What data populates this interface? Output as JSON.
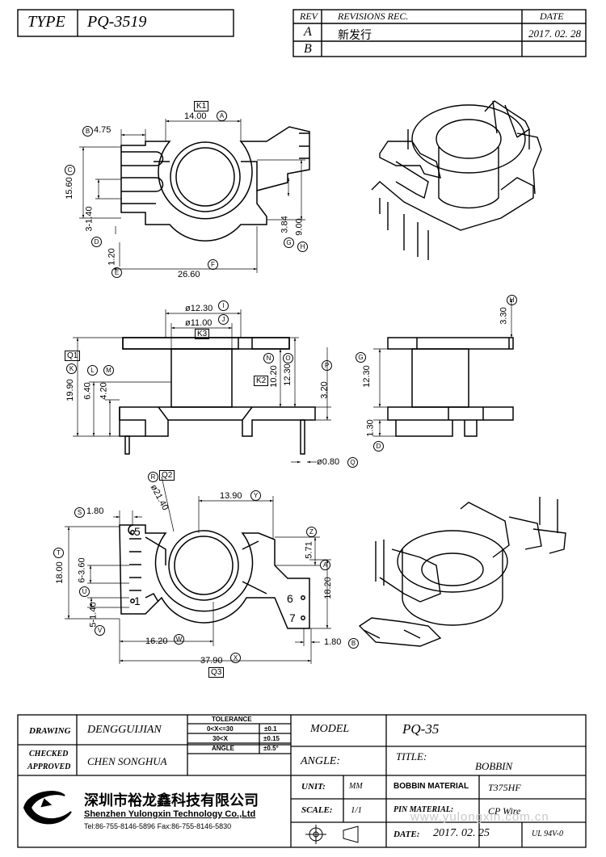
{
  "header": {
    "type_label": "TYPE",
    "type_value": "PQ-3519",
    "rev_col": "REV",
    "revisions_col": "REVISIONS REC.",
    "date_col": "DATE",
    "rows": [
      {
        "rev": "A",
        "text": "新发行",
        "date": "2017. 02. 28"
      },
      {
        "rev": "B",
        "text": "",
        "date": ""
      }
    ]
  },
  "top_view": {
    "label_k1": "K1",
    "dim_a": "14.00",
    "tag_a": "A",
    "dim_b": "4.75",
    "tag_b": "B",
    "dim_c": "15.60",
    "tag_c": "C",
    "dim_d": "3-1.40",
    "tag_d": "D",
    "dim_e": "1.20",
    "tag_e": "E",
    "dim_f": "26.60",
    "tag_f": "F",
    "dim_g": "3.84",
    "tag_g": "G",
    "dim_h": "9.00",
    "tag_h": "H"
  },
  "side_view": {
    "dim_i": "ø12.30",
    "tag_i": "I",
    "dim_j": "ø11.00",
    "tag_j": "J",
    "label_k3": "K3",
    "label_q1": "Q1",
    "tag_k": "K",
    "dim_k": "19.90",
    "dim_l": "6.40",
    "tag_l": "L",
    "dim_m": "4.20",
    "tag_m": "M",
    "tag_n": "N",
    "tag_o": "O",
    "label_k2": "K2",
    "dim_n": "10.20",
    "dim_o": "12.30",
    "dim_p": "3.20",
    "tag_p": "P",
    "dim_pin": "ø0.80",
    "tag_q": "Q"
  },
  "end_view": {
    "dim_h": "3.30",
    "tag_h": "H",
    "dim_g": "12.30",
    "tag_g": "G",
    "dim_d": "1.30",
    "tag_d": "D"
  },
  "bottom_view": {
    "tag_r": "R",
    "label_q2": "Q2",
    "dim_r": "ø21.40",
    "dim_s": "1.80",
    "tag_s": "S",
    "dim_y": "13.90",
    "tag_y": "Y",
    "tag_z": "Z",
    "dim_z": "5.71",
    "dim_t": "18.00",
    "tag_t": "T",
    "dim_u": "6-3.60",
    "tag_u": "U",
    "dim_v": "5-1.40",
    "tag_v": "V",
    "dim_aa": "18.20",
    "tag_aa": "A",
    "dim_w": "16.20",
    "tag_w": "W",
    "dim_b": "1.80",
    "tag_b": "B",
    "dim_x": "37.90",
    "tag_x": "X",
    "label_q3": "Q3",
    "pins": [
      "5",
      "1",
      "6",
      "7"
    ]
  },
  "titleblock": {
    "drawing_label": "DRAWING",
    "drawing_value": "DENGGUIJIAN",
    "tolerance_label": "TOLERANCE",
    "tol_rows": [
      {
        "range": "0<X<=30",
        "value": "±0.1"
      },
      {
        "range": "30<X",
        "value": "±0.15"
      },
      {
        "range": "ANGLE",
        "value": "±0.5°"
      }
    ],
    "model_label": "MODEL",
    "model_value": "PQ-35",
    "checked_label": "CHECKED",
    "approved_label": "APPROVED",
    "checked_value": "CHEN SONGHUA",
    "angle_label": "ANGLE:",
    "title_label": "TITLE:",
    "title_value": "BOBBIN",
    "company_cn": "深圳市裕龙鑫科技有限公司",
    "company_en": "Shenzhen Yulongxin Technology Co.,Ltd",
    "company_tel": "Tel:86-755-8146-5896  Fax:86-755-8146-5830",
    "unit_label": "UNIT:",
    "unit_value": "MM",
    "bobbin_material_label": "BOBBIN MATERIAL",
    "bobbin_material_value": "T375HF",
    "scale_label": "SCALE:",
    "scale_value": "1/1",
    "pin_material_label": "PIN MATERIAL:",
    "pin_material_value": "CP Wire",
    "date_label": "DATE:",
    "date_value": "2017. 02. 25",
    "ul_value": "UL 94V-0",
    "watermark": "www.yulongxin.com.cn"
  }
}
